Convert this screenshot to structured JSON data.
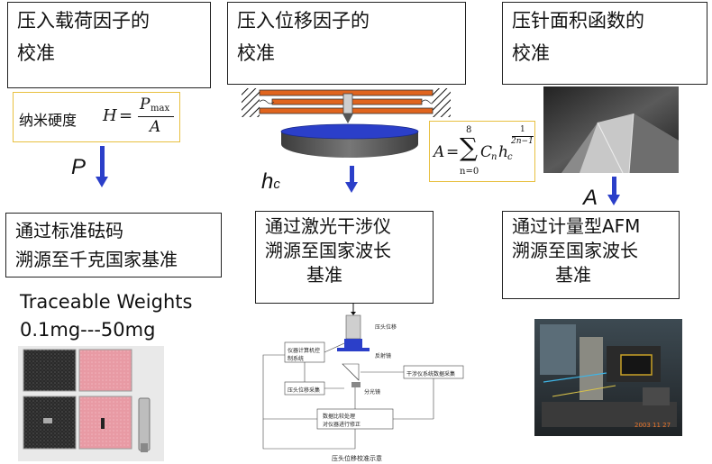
{
  "top_boxes": {
    "load": {
      "line1": "压入载荷因子的",
      "line2": "校准"
    },
    "displacement": {
      "line1": "压入位移因子的",
      "line2": "校准"
    },
    "area": {
      "line1": "压针面积函数的",
      "line2": "校准"
    }
  },
  "formulas": {
    "hardness": {
      "label": "纳米硬度",
      "H": "H",
      "eq": "=",
      "P": "P",
      "max": "max",
      "A": "A"
    },
    "area_function": {
      "A": "A",
      "eq": "=",
      "sum_top": "8",
      "sum": "∑",
      "sum_bottom": "n=0",
      "C": "C",
      "n_sub": "n",
      "h": "h",
      "c_sub": "c",
      "exp_num": "1",
      "exp_den": "2n−1"
    }
  },
  "variables": {
    "P": "P",
    "hc_h": "h",
    "hc_c": "c",
    "A": "A"
  },
  "bottom_boxes": {
    "weights": {
      "line1": "通过标准砝码",
      "line2": "溯源至千克国家基准"
    },
    "laser": {
      "line1": "通过激光干涉仪",
      "line2": "溯源至国家波长",
      "line3": "基准"
    },
    "afm": {
      "line1": "通过计量型AFM",
      "line2": "溯源至国家波长",
      "line3": "基准"
    }
  },
  "weights_text": {
    "line1": "Traceable Weights",
    "line2": "0.1mg---50mg"
  },
  "schematic": {
    "label_tip": "压头位移",
    "label_mirror": "反射镜",
    "label_computer1": "仪器计算机控",
    "label_computer2": "制系统",
    "label_disp": "压头位移采集",
    "label_interf": "干涉仪系统数据采集",
    "label_beam": "分光镜",
    "label_process1": "数据比较处理",
    "label_process2": "对仪器进行修正",
    "caption": "压头位移校准示意",
    "date": "2003 11 27"
  },
  "colors": {
    "arrow": "#2b3fc9",
    "formula_border": "#e8c040",
    "plate": "#e0641e",
    "disk": "#2b3fc9"
  }
}
